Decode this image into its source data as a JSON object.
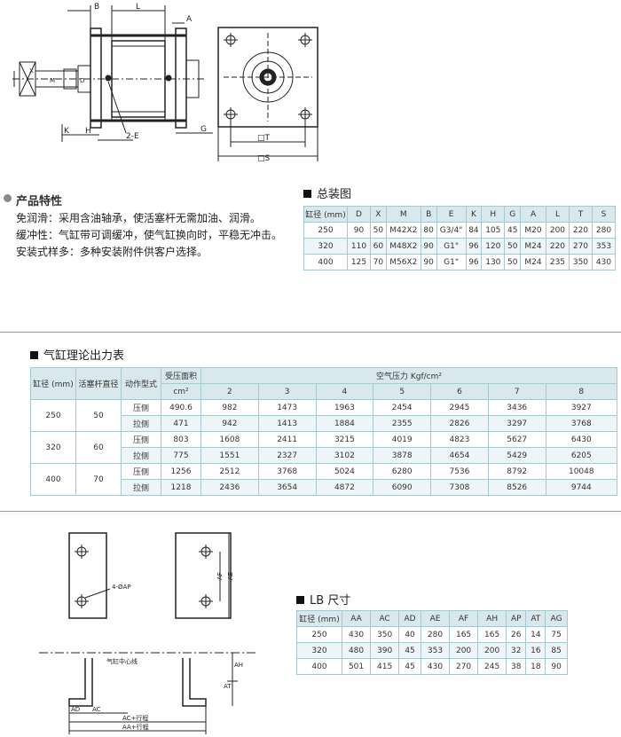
{
  "features": {
    "title": "产品特性",
    "lines": [
      "免润滑：采用含油轴承，使活塞杆无需加油、润滑。",
      "缓冲性：气缸带可调缓冲，使气缸换向时，平稳无冲击。",
      "安装式样多：多种安装附件供客户选择。"
    ]
  },
  "assembly": {
    "title": "总装图",
    "headers": [
      "缸径 (mm)",
      "D",
      "X",
      "M",
      "B",
      "E",
      "K",
      "H",
      "G",
      "A",
      "L",
      "T",
      "S"
    ],
    "rows": [
      [
        "250",
        "90",
        "50",
        "M42X2",
        "80",
        "G3/4\"",
        "84",
        "105",
        "45",
        "M20",
        "200",
        "220",
        "280"
      ],
      [
        "320",
        "110",
        "60",
        "M48X2",
        "90",
        "G1\"",
        "96",
        "120",
        "50",
        "M24",
        "220",
        "270",
        "353"
      ],
      [
        "400",
        "125",
        "70",
        "M56X2",
        "90",
        "G1\"",
        "96",
        "130",
        "50",
        "M24",
        "235",
        "350",
        "430"
      ]
    ]
  },
  "force": {
    "title": "气缸理论出力表",
    "h_bore": "缸径 (mm)",
    "h_rod": "活塞杆直径",
    "h_action": "动作型式",
    "h_area": "受压面积",
    "h_area_unit": "cm²",
    "h_pressure": "空气压力 Kgf/cm²",
    "pressures": [
      "2",
      "3",
      "4",
      "5",
      "6",
      "7",
      "8"
    ],
    "groups": [
      {
        "bore": "250",
        "rod": "50",
        "rows": [
          {
            "action": "压侧",
            "area": "490.6",
            "values": [
              "982",
              "1473",
              "1963",
              "2454",
              "2945",
              "3436",
              "3927"
            ]
          },
          {
            "action": "拉侧",
            "area": "471",
            "values": [
              "942",
              "1413",
              "1884",
              "2355",
              "2826",
              "3297",
              "3768"
            ]
          }
        ]
      },
      {
        "bore": "320",
        "rod": "60",
        "rows": [
          {
            "action": "压侧",
            "area": "803",
            "values": [
              "1608",
              "2411",
              "3215",
              "4019",
              "4823",
              "5627",
              "6430"
            ]
          },
          {
            "action": "拉侧",
            "area": "775",
            "values": [
              "1551",
              "2327",
              "3102",
              "3878",
              "4654",
              "5429",
              "6205"
            ]
          }
        ]
      },
      {
        "bore": "400",
        "rod": "70",
        "rows": [
          {
            "action": "压侧",
            "area": "1256",
            "values": [
              "2512",
              "3768",
              "5024",
              "6280",
              "7536",
              "8792",
              "10048"
            ]
          },
          {
            "action": "拉侧",
            "area": "1218",
            "values": [
              "2436",
              "3654",
              "4872",
              "6090",
              "7308",
              "8526",
              "9744"
            ]
          }
        ]
      }
    ]
  },
  "lb": {
    "title": "LB 尺寸",
    "headers": [
      "缸径 (mm)",
      "AA",
      "AC",
      "AD",
      "AE",
      "AF",
      "AH",
      "AP",
      "AT",
      "AG"
    ],
    "rows": [
      [
        "250",
        "430",
        "350",
        "40",
        "280",
        "165",
        "165",
        "26",
        "14",
        "75"
      ],
      [
        "320",
        "480",
        "390",
        "45",
        "353",
        "200",
        "200",
        "32",
        "16",
        "85"
      ],
      [
        "400",
        "501",
        "415",
        "45",
        "430",
        "270",
        "245",
        "38",
        "18",
        "90"
      ]
    ]
  },
  "drawing_top": {
    "B": "B",
    "L": "L",
    "A": "A",
    "X": "X",
    "M": "M",
    "D": "D",
    "K": "K",
    "H": "H",
    "twoE": "2-E",
    "G": "G",
    "T": "□T",
    "S": "□S"
  },
  "drawing_bottom": {
    "hole": "4-ØAP",
    "centerline": "气缸中心线",
    "AF": "AF",
    "AE": "AE",
    "AH": "AH",
    "AT": "AT",
    "AD": "AD",
    "AC": "AC",
    "AC_stroke": "AC+行程",
    "AA_stroke": "AA+行程"
  }
}
